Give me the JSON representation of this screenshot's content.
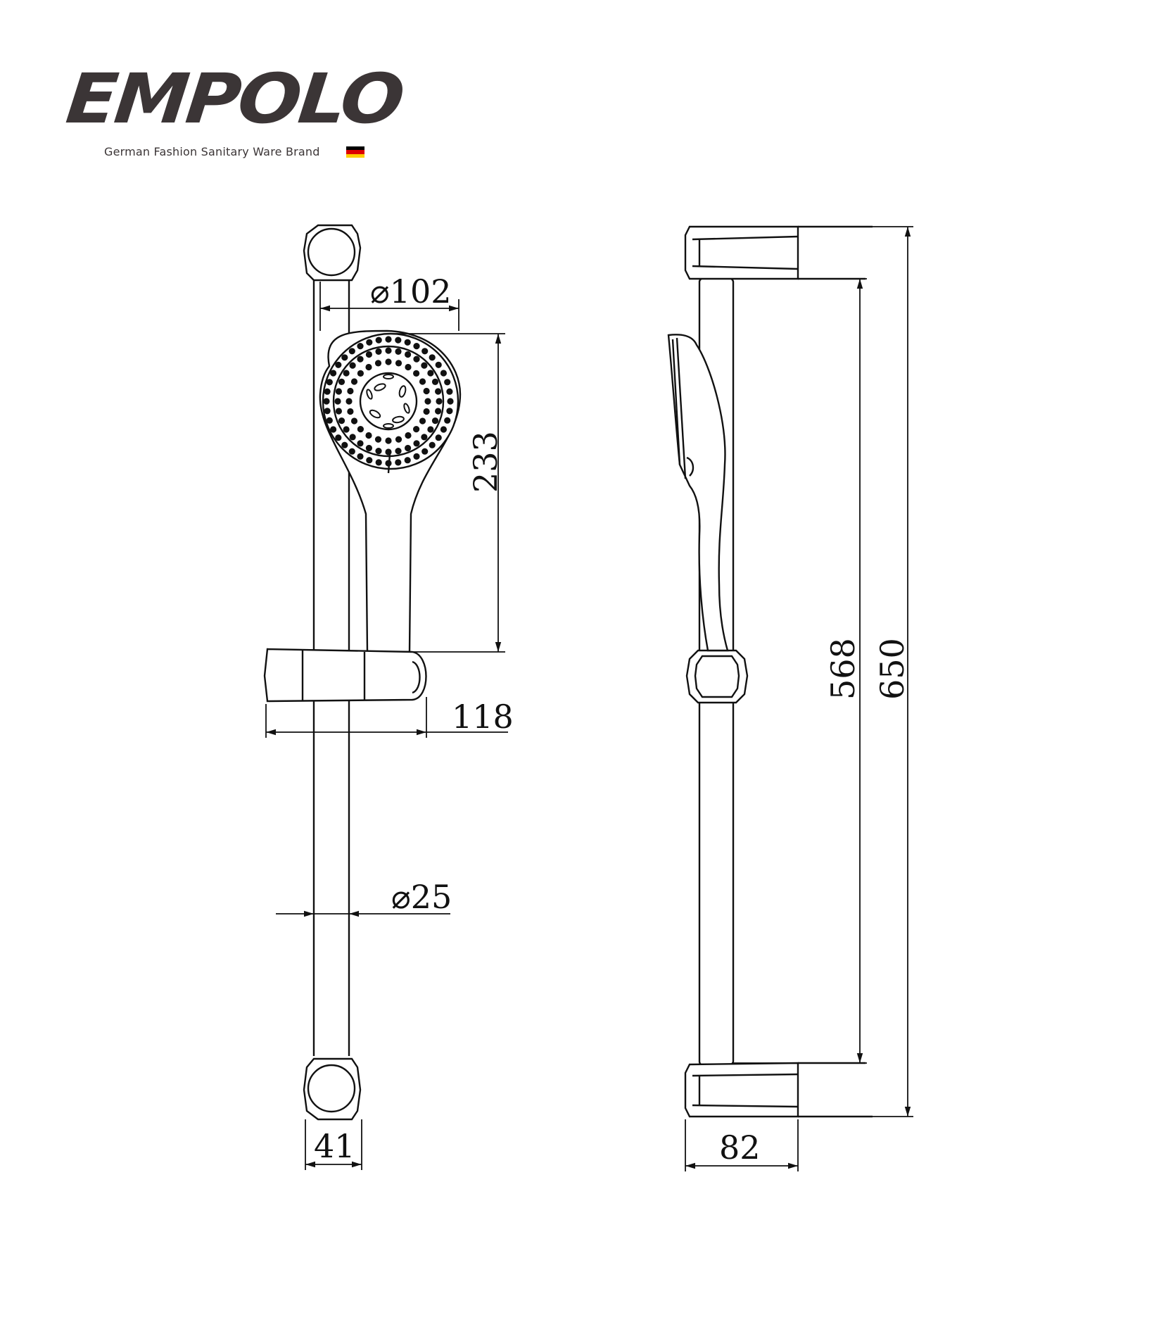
{
  "brand": {
    "name": "EMPOLO",
    "tagline": "German Fashion Sanitary Ware Brand",
    "flag_colors": [
      "#000000",
      "#dd0000",
      "#ffce00"
    ],
    "ink_color": "#3b3536"
  },
  "dimensions": {
    "head_diameter": "⌀102",
    "handset_length": "233",
    "holder_width": "118",
    "rail_diameter": "⌀25",
    "bracket_width": "41",
    "bracket_depth": "82",
    "inner_length": "568",
    "overall_length": "650"
  }
}
